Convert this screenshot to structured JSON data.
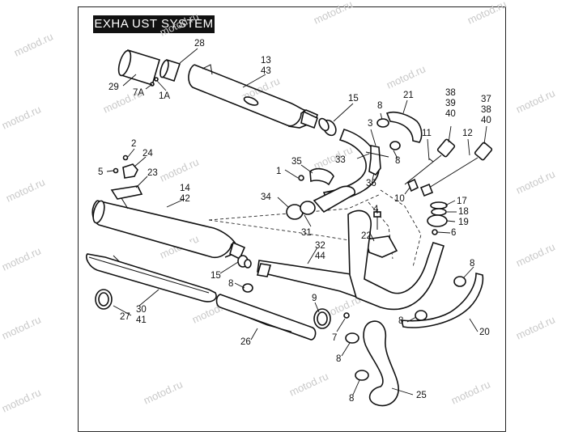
{
  "title": "EXHA UST SYSTEM",
  "watermark": "motod.ru",
  "colors": {
    "ink": "#111111",
    "watermark": "#c9c9c9",
    "banner": "#111111"
  },
  "callouts": {
    "c28": "28",
    "c29": "29",
    "c7A": "7A",
    "c1A": "1A",
    "c13": "13",
    "c43": "43",
    "c15a": "15",
    "c21": "21",
    "c8a": "8",
    "c3": "3",
    "c11": "11",
    "c38a": "38",
    "c39": "39",
    "c40a": "40",
    "c37": "37",
    "c38b": "38",
    "c40b": "40",
    "c12": "12",
    "c2": "2",
    "c24": "24",
    "c5": "5",
    "c23": "23",
    "c35": "35",
    "c1": "1",
    "c33": "33",
    "c8b": "8",
    "c36": "36",
    "c10": "10",
    "c14": "14",
    "c42": "42",
    "c34": "34",
    "c31": "31",
    "c4": "4",
    "c22": "22",
    "c32": "32",
    "c44": "44",
    "c17": "17",
    "c18": "18",
    "c19": "19",
    "c6": "6",
    "c15b": "15",
    "c8c": "8",
    "c27": "27",
    "c30": "30",
    "c41": "41",
    "c9": "9",
    "c26": "26",
    "c7": "7",
    "c8d": "8",
    "c8e": "8",
    "c8f": "8",
    "c20": "20",
    "c8g": "8",
    "c25": "25"
  }
}
